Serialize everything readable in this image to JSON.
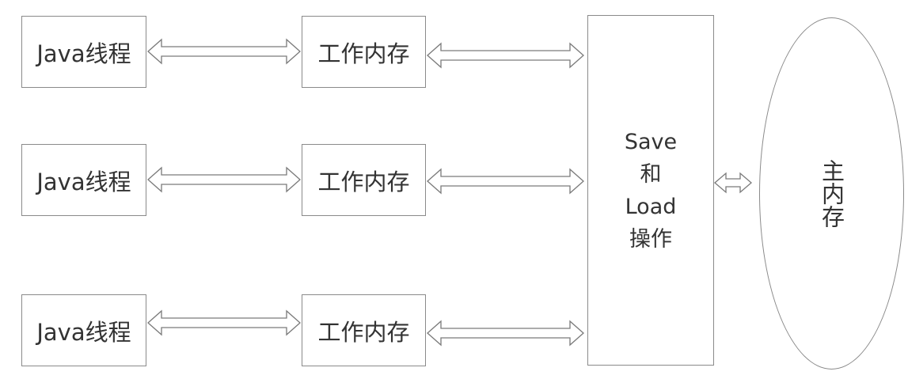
{
  "rows": [
    {
      "thread_label": "Java线程",
      "workmem_label": "工作内存"
    },
    {
      "thread_label": "Java线程",
      "workmem_label": "工作内存"
    },
    {
      "thread_label": "Java线程",
      "workmem_label": "工作内存"
    }
  ],
  "operations": {
    "line1": "Save",
    "line2": "和",
    "line3": "Load",
    "line4": "操作"
  },
  "main_memory": {
    "label": "主内存"
  },
  "colors": {
    "stroke": "#8a8a8a",
    "text": "#333333",
    "background": "#ffffff"
  }
}
